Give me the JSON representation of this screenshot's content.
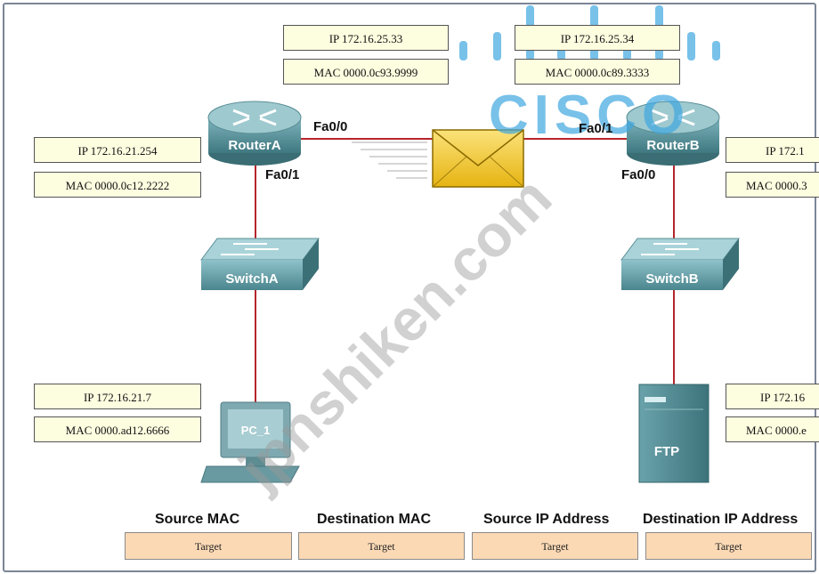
{
  "routerA": {
    "name": "RouterA",
    "port_top": "Fa0/0",
    "port_bottom": "Fa0/1",
    "ip": "IP 172.16.21.254",
    "mac": "MAC 0000.0c12.2222"
  },
  "routerB": {
    "name": "RouterB",
    "port_top": "Fa0/1",
    "port_bottom": "Fa0/0",
    "ip": "IP 172.1",
    "mac": "MAC 0000.3"
  },
  "link_left": {
    "ip": "IP 172.16.25.33",
    "mac": "MAC 0000.0c93.9999"
  },
  "link_right": {
    "ip": "IP 172.16.25.34",
    "mac": "MAC 0000.0c89.3333"
  },
  "switchA": {
    "name": "SwitchA"
  },
  "switchB": {
    "name": "SwitchB"
  },
  "pc": {
    "name": "PC_1",
    "ip": "IP 172.16.21.7",
    "mac": "MAC 0000.ad12.6666"
  },
  "ftp": {
    "name": "FTP",
    "ip": "IP 172.16",
    "mac": "MAC 0000.e"
  },
  "logo": {
    "text": "CISCO"
  },
  "watermark": {
    "text": "jpnshiken.com"
  },
  "columns": [
    {
      "header": "Source MAC",
      "target": "Target"
    },
    {
      "header": "Destination MAC",
      "target": "Target"
    },
    {
      "header": "Source IP Address",
      "target": "Target"
    },
    {
      "header": "Destination IP Address",
      "target": "Target"
    }
  ],
  "colors": {
    "link": "#b5252b",
    "device": "#4e8a94",
    "device_dark": "#2f6169",
    "envelope": "#f0c419",
    "logo": "#3fa7e0",
    "info_bg": "#fdfde0",
    "target_bg": "#fbd9b5"
  }
}
